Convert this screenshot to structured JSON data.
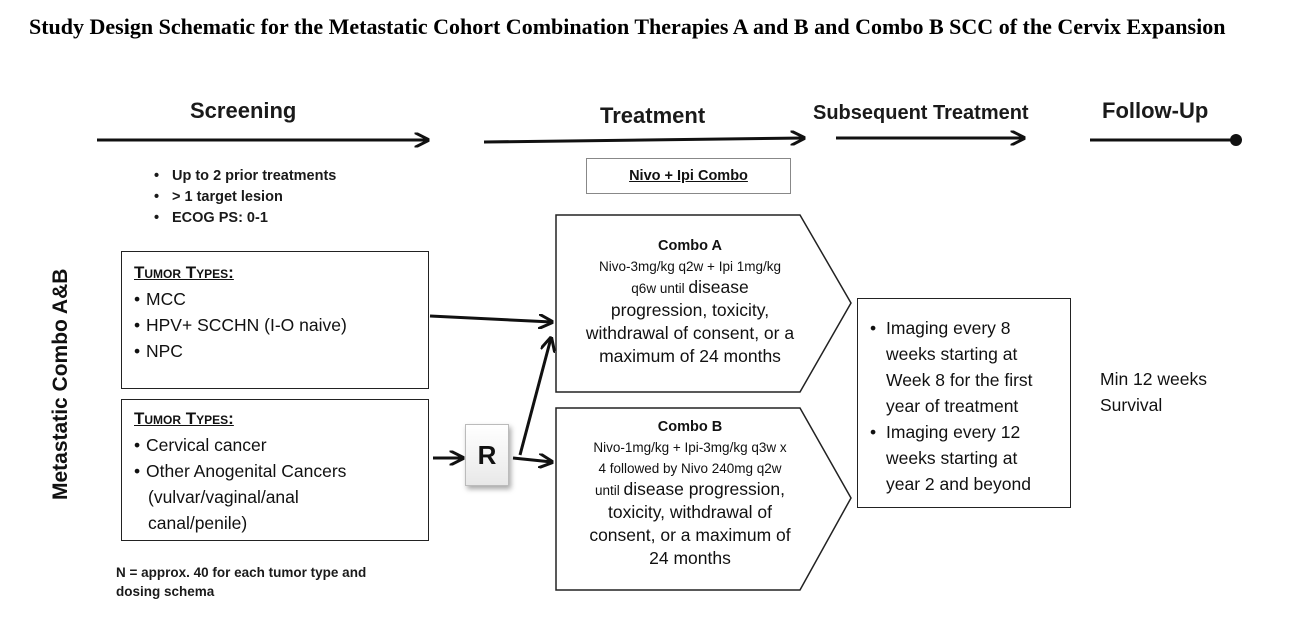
{
  "title": "Study Design Schematic for the Metastatic Cohort Combination Therapies A and B and Combo B SCC of the Cervix Expansion",
  "phases": {
    "screening": "Screening",
    "treatment": "Treatment",
    "subsequent": "Subsequent Treatment",
    "followup": "Follow-Up"
  },
  "criteria": [
    "Up to 2 prior treatments",
    "> 1 target lesion",
    "ECOG PS: 0-1"
  ],
  "side_label": "Metastatic Combo A&B",
  "tumor_box_1": {
    "header": "Tumor Types:",
    "items": [
      "MCC",
      "HPV+ SCCHN (I-O naive)",
      "NPC"
    ]
  },
  "tumor_box_2": {
    "header": "Tumor Types:",
    "items": [
      "Cervical cancer",
      "Other Anogenital Cancers"
    ],
    "continuation": [
      "(vulvar/vaginal/anal",
      "canal/penile)"
    ]
  },
  "randomize_label": "R",
  "combo_label": "Nivo + Ipi Combo",
  "combo_a": {
    "title": "Combo A",
    "dose_lines": [
      "Nivo-3mg/kg q2w + Ipi 1mg/kg",
      "q6w until"
    ],
    "end_lines": [
      "disease",
      "progression, toxicity,",
      "withdrawal of consent, or a",
      "maximum of 24 months"
    ]
  },
  "combo_b": {
    "title": "Combo B",
    "dose_lines": [
      "Nivo-1mg/kg + Ipi-3mg/kg q3w x",
      "4 followed by Nivo 240mg q2w",
      "until"
    ],
    "end_lines": [
      "disease progression,",
      "toxicity, withdrawal of",
      "consent, or a maximum of",
      "24 months"
    ]
  },
  "imaging": {
    "item1": [
      "Imaging every 8",
      "weeks starting at",
      "Week 8 for the first",
      "year of treatment"
    ],
    "item2": [
      "Imaging every 12",
      "weeks starting at",
      "year 2 and beyond"
    ]
  },
  "followup_text": [
    "Min 12 weeks",
    "Survival"
  ],
  "note": [
    "N = approx. 40 for each tumor type and",
    "dosing schema"
  ]
}
